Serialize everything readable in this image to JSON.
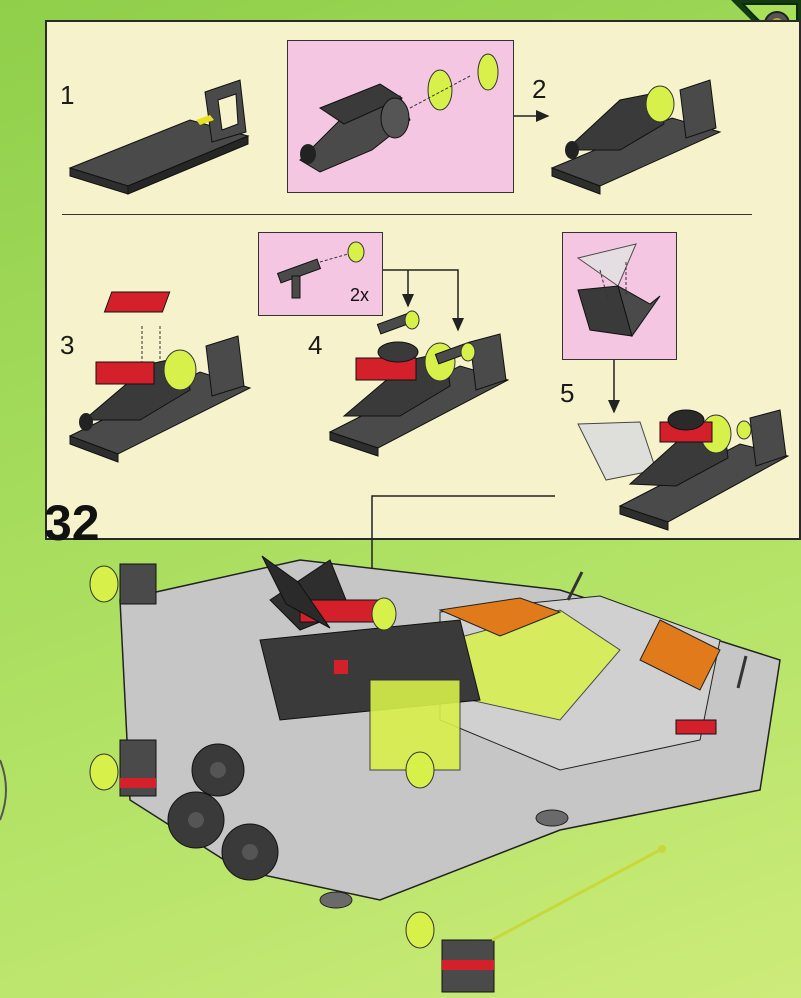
{
  "page": {
    "step_major": "32"
  },
  "sub_steps": {
    "s1": "1",
    "s2": "2",
    "s3": "3",
    "s4": "4",
    "s5": "5"
  },
  "callouts": {
    "qty_4": "2x"
  },
  "colors": {
    "panel_bg": "#f6f3cc",
    "callout_bg": "#f4c6e2",
    "page_bg": "#a6dc5c",
    "brick_dark": "#3a3a3a",
    "brick_red": "#d4202a",
    "brick_lime": "#d8f04a",
    "brick_grey": "#c8c8c8"
  }
}
